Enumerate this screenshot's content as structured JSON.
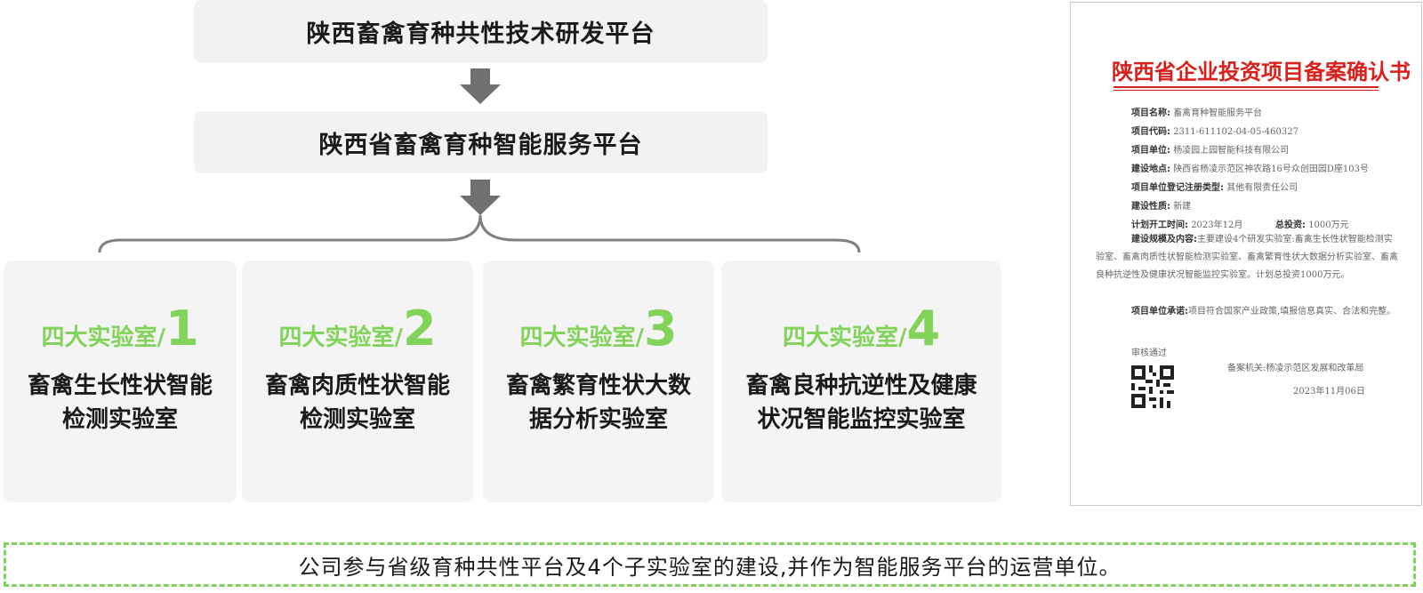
{
  "platforms": {
    "top": "陕西畜禽育种共性技术研发平台",
    "middle": "陕西省畜禽育种智能服务平台"
  },
  "labs": [
    {
      "prefix": "四大实验室/",
      "number": "1",
      "name_line1": "畜禽生长性状智能",
      "name_line2": "检测实验室"
    },
    {
      "prefix": "四大实验室/",
      "number": "2",
      "name_line1": "畜禽肉质性状智能",
      "name_line2": "检测实验室"
    },
    {
      "prefix": "四大实验室/",
      "number": "3",
      "name_line1": "畜禽繁育性状大数",
      "name_line2": "据分析实验室"
    },
    {
      "prefix": "四大实验室/",
      "number": "4",
      "name_line1": "畜禽良种抗逆性及健康",
      "name_line2": "状况智能监控实验室"
    }
  ],
  "certificate": {
    "title": "陕西省企业投资项目备案确认书",
    "project_name_label": "项目名称:",
    "project_name": "畜禽育种智能服务平台",
    "project_code_label": "项目代码:",
    "project_code": "2311-611102-04-05-460327",
    "project_unit_label": "项目单位:",
    "project_unit": "杨凌园上园智能科技有限公司",
    "location_label": "建设地点:",
    "location": "陕西省杨凌示范区神农路16号众创田园D座103号",
    "registration_type_label": "项目单位登记注册类型:",
    "registration_type": "其他有限责任公司",
    "nature_label": "建设性质:",
    "nature": "新建",
    "start_time_label": "计划开工时间:",
    "start_time": "2023年12月",
    "investment_label": "总投资:",
    "investment": "1000万元",
    "scale_label": "建设规模及内容:",
    "scale": "主要建设4个研发实验室:畜禽生长性状智能检测实验室、畜禽肉质性状智能检测实验室、畜禽繁育性状大数据分析实验室、畜禽良种抗逆性及健康状况智能监控实验室。计划总投资1000万元。",
    "commitment_label": "项目单位承诺:",
    "commitment": "项目符合国家产业政策,填报信息真实、合法和完整。",
    "review_status": "审核通过",
    "authority": "备案机关:杨凌示范区发展和改革局",
    "date": "2023年11月06日"
  },
  "bottom_note": "公司参与省级育种共性平台及4个子实验室的建设,并作为智能服务平台的运营单位。",
  "colors": {
    "accent_green": "#82d35a",
    "seal_red": "#d8211c",
    "box_gray": "#f2f2f2",
    "arrow_gray": "#707070"
  }
}
